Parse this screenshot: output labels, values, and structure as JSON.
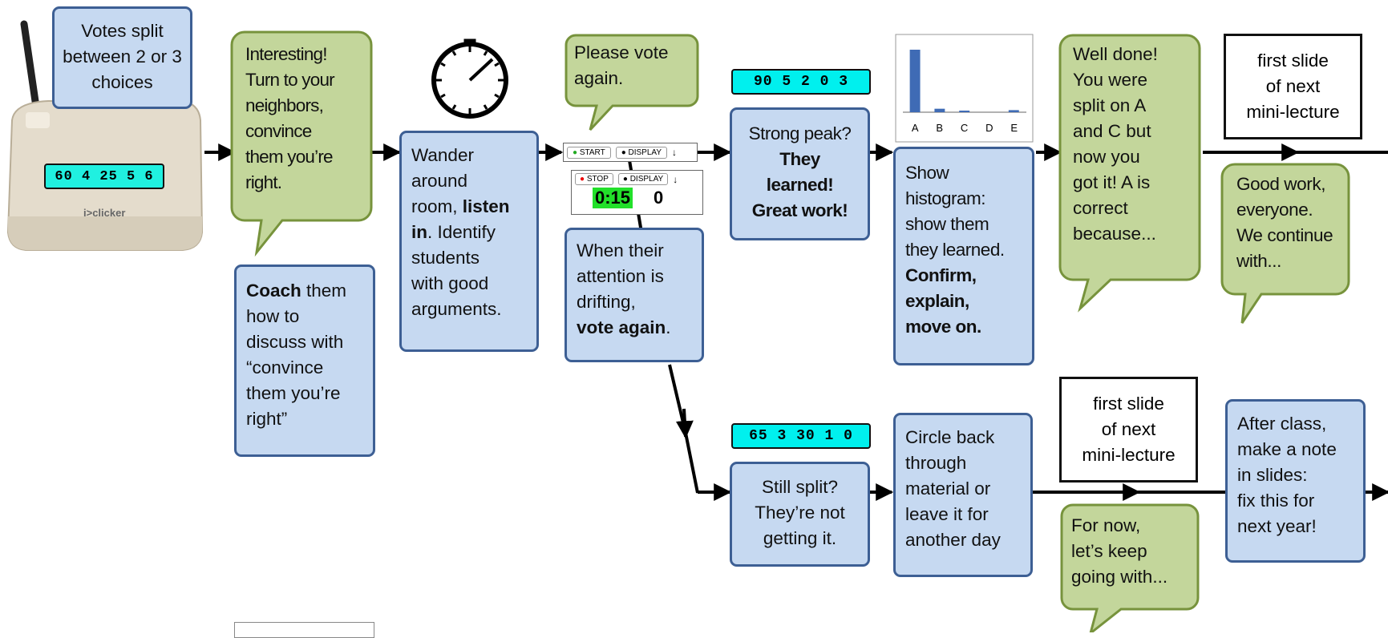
{
  "top_note": "Votes split between 2 or 3 choices",
  "clicker_display": "60  4  25  5  6",
  "clicker_brand": "i>clicker",
  "interesting_bubble": [
    "Interesting!",
    "Turn to your",
    "neighbors,",
    "convince",
    "them you’re",
    "right."
  ],
  "coach": {
    "bold": "Coach",
    "rest": [
      "them",
      "how to",
      "discuss with",
      "“convince",
      "them you’re",
      "right”"
    ]
  },
  "wander": {
    "line1": "Wander",
    "line2": "around",
    "line3a": "room, ",
    "listen": "listen",
    "in": "in",
    "line4": ". Identify",
    "line5": "students",
    "line6": "with good",
    "line7": "arguments."
  },
  "please_vote": [
    "Please vote",
    "again."
  ],
  "panel1": {
    "start": "START",
    "display": "DISPLAY"
  },
  "panel2": {
    "stop": "STOP",
    "display": "DISPLAY",
    "time": "0:15",
    "count": "0"
  },
  "attention": {
    "l1": "When their",
    "l2": "attention is",
    "l3": "drifting,",
    "bold": "vote again",
    "end": "."
  },
  "top_lcd": "90  5  2  0  3",
  "strong_peak": {
    "l1": "Strong peak?",
    "b1": "They",
    "b2": "learned!",
    "b3": "Great work!"
  },
  "histogram_labels": [
    "A",
    "B",
    "C",
    "D",
    "E"
  ],
  "histogram_values": [
    90,
    5,
    2,
    0,
    3
  ],
  "show_histogram": {
    "l1": "Show",
    "l2": "histogram:",
    "l3": "show them",
    "l4": "they learned.",
    "b1": "Confirm,",
    "b2": "explain,",
    "b3": "move on."
  },
  "well_done": [
    "Well done!",
    "You were",
    "split on A",
    "and C but",
    "now you",
    "got it! A is",
    "correct",
    "because..."
  ],
  "first_slide_top": [
    "first slide",
    "of next",
    "mini-lecture"
  ],
  "good_work": [
    "Good work,",
    "everyone.",
    "We continue",
    "with..."
  ],
  "bottom_lcd": "65  3  30  1  0",
  "still_split": [
    "Still split?",
    "They’re not",
    "getting it."
  ],
  "circle_back": [
    "Circle back",
    "through",
    "material or",
    "leave it for",
    "another day"
  ],
  "first_slide_bottom": [
    "first slide",
    "of next",
    "mini-lecture"
  ],
  "for_now": [
    "For now,",
    "let’s keep",
    "going with..."
  ],
  "after_class": [
    "After class,",
    "make a note",
    "in slides:",
    "fix this for",
    "next year!"
  ]
}
